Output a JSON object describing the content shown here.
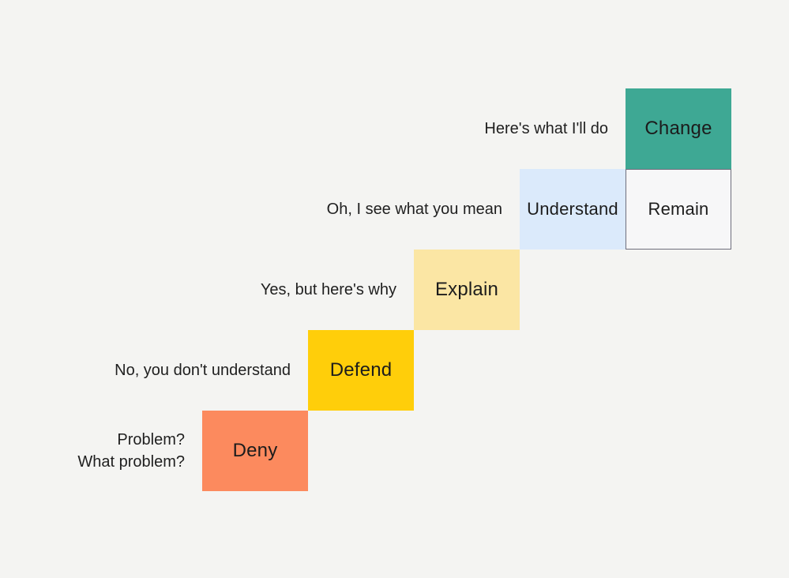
{
  "diagram": {
    "name": "stairway-of-feedback-reactions",
    "background": "#F4F4F2",
    "text_color": "#1C1C1C",
    "steps": [
      {
        "id": "deny",
        "label": "Deny",
        "prompt": "Problem?\nWhat problem?",
        "color": "#FC8A5E"
      },
      {
        "id": "defend",
        "label": "Defend",
        "prompt": "No, you don't understand",
        "color": "#FFCE0A"
      },
      {
        "id": "explain",
        "label": "Explain",
        "prompt": "Yes, but here's why",
        "color": "#FBE6A4"
      },
      {
        "id": "understand",
        "label": "Understand",
        "prompt": "Oh, I see what you mean",
        "color": "#DBEAFB"
      },
      {
        "id": "change",
        "label": "Change",
        "prompt": "Here's what I'll do",
        "color": "#3EA894"
      }
    ],
    "outcome": {
      "id": "remain",
      "label": "Remain",
      "fill": "#F7F7F8",
      "border_color": "#6F6F7D"
    }
  }
}
